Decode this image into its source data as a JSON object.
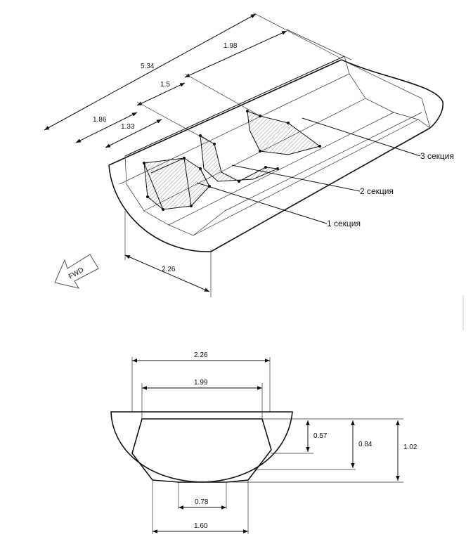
{
  "iso_view": {
    "dimensions": {
      "total_length": "5.34",
      "rear_segment": "1.98",
      "mid_segment": "1.5",
      "front_segment": "1.86",
      "section1_offset": "1.33",
      "width": "2.26"
    },
    "section_labels": {
      "section1": "1 секция",
      "section2": "2 секция",
      "section3": "3 секция"
    },
    "direction_arrow": "FWD"
  },
  "cross_section": {
    "top_width": "2.26",
    "inner_top_width": "1.99",
    "bottom_width_outer": "1.60",
    "bottom_width_inner": "0.78",
    "height_upper": "0.57",
    "height_mid": "0.84",
    "height_total": "1.02"
  }
}
